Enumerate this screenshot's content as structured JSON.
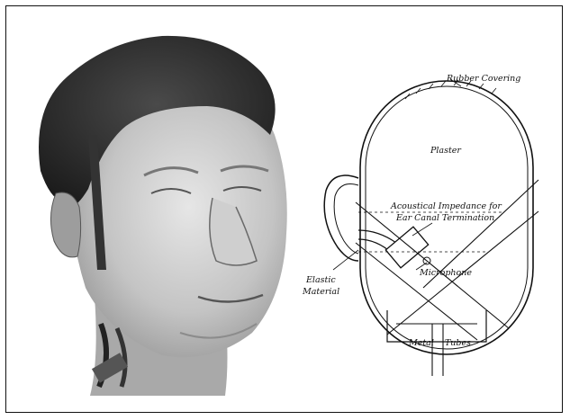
{
  "figure": {
    "photo": {
      "subject": "head-model-photo"
    },
    "diagram": {
      "labels": {
        "rubber_covering": "Rubber Covering",
        "plaster": "Plaster",
        "impedance_line1": "Acoustical Impedance for",
        "impedance_line2": "Ear Canal Termination",
        "elastic_line1": "Elastic",
        "elastic_line2": "Material",
        "microphone": "Microphone",
        "metal_tubes": "Metal    Tubes"
      }
    }
  }
}
